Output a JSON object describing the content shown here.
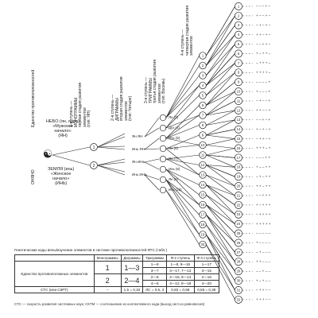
{
  "left_axis": {
    "top_label": "Единство противоположностей",
    "bottom_label": "ОНЯНО"
  },
  "stage_labels": [
    {
      "key": "s1",
      "text": "1-я ступень —\nМОНОГРАММЫ\nпервая стадия развития\nэлементов\n(тип: ЯН)"
    },
    {
      "key": "s2",
      "text": "2-я ступень —\nДИГРАММЫ\nвторая стадия развития\nэлементов\n(тип: Четыре)"
    },
    {
      "key": "s3",
      "text": "3-я ступень —\nТРИГРАММЫ\nтретья стадия развития\nэлементов\n(тип: Восемь)"
    },
    {
      "key": "s4",
      "text": "4-я ступень —\nчетвертая стадия развития\nэлементов"
    }
  ],
  "root_symbol": "☯",
  "heaven_label": "НЕБО (ян, ядра)\n«Мужское\nначало»\n(ЯН)",
  "earth_label": "ЗЕМЛЯ (инь)\n«Женское\nначало»\n(ИНЬ)",
  "mono_nodes": [
    "1",
    "2"
  ],
  "di_labels": [
    "Ян ЯН",
    "Инь ЯН",
    "Ян ИНЬ",
    "Инь ИНЬ"
  ],
  "tri_labels": [
    "Ян (3)",
    "Дух (4)",
    "Инь (5)",
    "Ян (6)",
    "Ян (7)",
    "Инь (8)",
    "Ян (9)",
    "Инь (10)"
  ],
  "tetra_numbers": [
    "1",
    "2",
    "3",
    "4",
    "5",
    "6",
    "7",
    "8",
    "9",
    "10",
    "11",
    "12",
    "13",
    "14",
    "15",
    "16",
    "17",
    "18",
    "19",
    "20"
  ],
  "final_numbers": [
    "1",
    "2",
    "3",
    "4",
    "5",
    "6",
    "7",
    "8",
    "9",
    "10",
    "11",
    "12",
    "13",
    "14",
    "15",
    "16",
    "17",
    "18",
    "19",
    "20",
    "21",
    "22",
    "23",
    "24",
    "25",
    "26",
    "27",
    "28",
    "29",
    "30",
    "31",
    "32"
  ],
  "right_codes": [
    "– – – + –",
    "+ – – + –",
    "– + – + –",
    "+ + – + –",
    "– – + + –",
    "+ – + + –",
    "– + + + –",
    "+ + + + –",
    "– – – – +",
    "+ – – – +",
    "– + – – +",
    "+ + – – +",
    "– – + – +",
    "+ – + – +",
    "– + + – +",
    "+ + + – +",
    "– – – + +",
    "+ – – + +",
    "– + – + +",
    "+ + – + +",
    "– – + + +",
    "+ – + + +",
    "– + + + +",
    "+ + + + +",
    "– – – – –",
    "+ – – – –",
    "– + – – –",
    "+ + – – –",
    "– – + – –",
    "+ – + – –",
    "– + + – –",
    "+ + + – –"
  ],
  "table": {
    "title": "Генетические коды вялы/изучение элементов в системе противоположностей ФТС (табл.)",
    "headers": [
      "",
      "Монограммы",
      "Диграммы",
      "Триграммы",
      "Ф-2 ступень",
      "Ф-3 ступень"
    ],
    "row_group_label": "Единство противоположных элементов",
    "rows": [
      [
        "1",
        "1—3",
        "1—8",
        "1—8, 9—16",
        "1—17"
      ],
      [
        "",
        "",
        "3—7",
        "3—17, 7—13",
        "3—15"
      ],
      [
        "2",
        "2—4",
        "2—8",
        "2—18, 9—14",
        "2—16"
      ],
      [
        "",
        "",
        "4—6",
        "4—12, 8—18",
        "4—20"
      ]
    ],
    "last_row": [
      "СТС (или СКРТ)",
      "–",
      "1,5 = 0,33",
      "ЛС = 0,5, 3",
      "0,83 = 0,58",
      "0,58 = 0,38"
    ]
  },
  "footnote": "СТС — скорость развития системных наук; СКТМ — соотношение из коллективного кода (выход сист.из равновесия)"
}
